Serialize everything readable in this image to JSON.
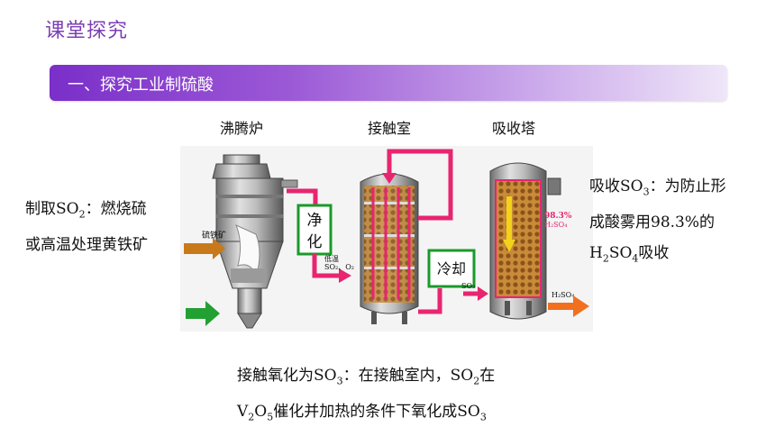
{
  "header": {
    "title": "课堂探究",
    "section": "一、探究工业制硫酸"
  },
  "diagram": {
    "stage1": "沸腾炉",
    "stage2": "接触室",
    "stage3": "吸收塔",
    "purify": [
      "净",
      "化"
    ],
    "cool": "冷却",
    "feed_label": "硫铁矿",
    "inlet_label_a": "低温",
    "inlet_label_b": "SO₂、O₂",
    "so3_small": "SO₃",
    "acid_pct": "98.3%",
    "acid_formula": "H₂SO₄",
    "product": "H₂SO₄"
  },
  "notes": {
    "left_1": "制取SO",
    "left_1_sub": "2",
    "left_1_tail": "：燃烧硫",
    "left_2": "或高温处理黄铁矿",
    "right_1": "吸收SO",
    "right_1_sub": "3",
    "right_1_tail": "：为防止形",
    "right_2": "成酸雾用98.3%的",
    "right_3_a": "H",
    "right_3_sub1": "2",
    "right_3_b": "SO",
    "right_3_sub2": "4",
    "right_3_tail": "吸收",
    "bottom_1a": "接触氧化为SO",
    "bottom_1_sub1": "3",
    "bottom_1b": "：在接触室内，SO",
    "bottom_1_sub2": "2",
    "bottom_1c": "在",
    "bottom_2a": "V",
    "bottom_2_sub1": "2",
    "bottom_2b": "O",
    "bottom_2_sub2": "5",
    "bottom_2c": "催化并加热的条件下氧化成SO",
    "bottom_2_sub3": "3"
  },
  "colors": {
    "accent": "#7b3fb3",
    "flow": "#e8256f",
    "box_border": "#1a9a2a",
    "feed_arrow": "#c87a1a",
    "air_arrow": "#22a032",
    "product_arrow": "#f07020"
  }
}
